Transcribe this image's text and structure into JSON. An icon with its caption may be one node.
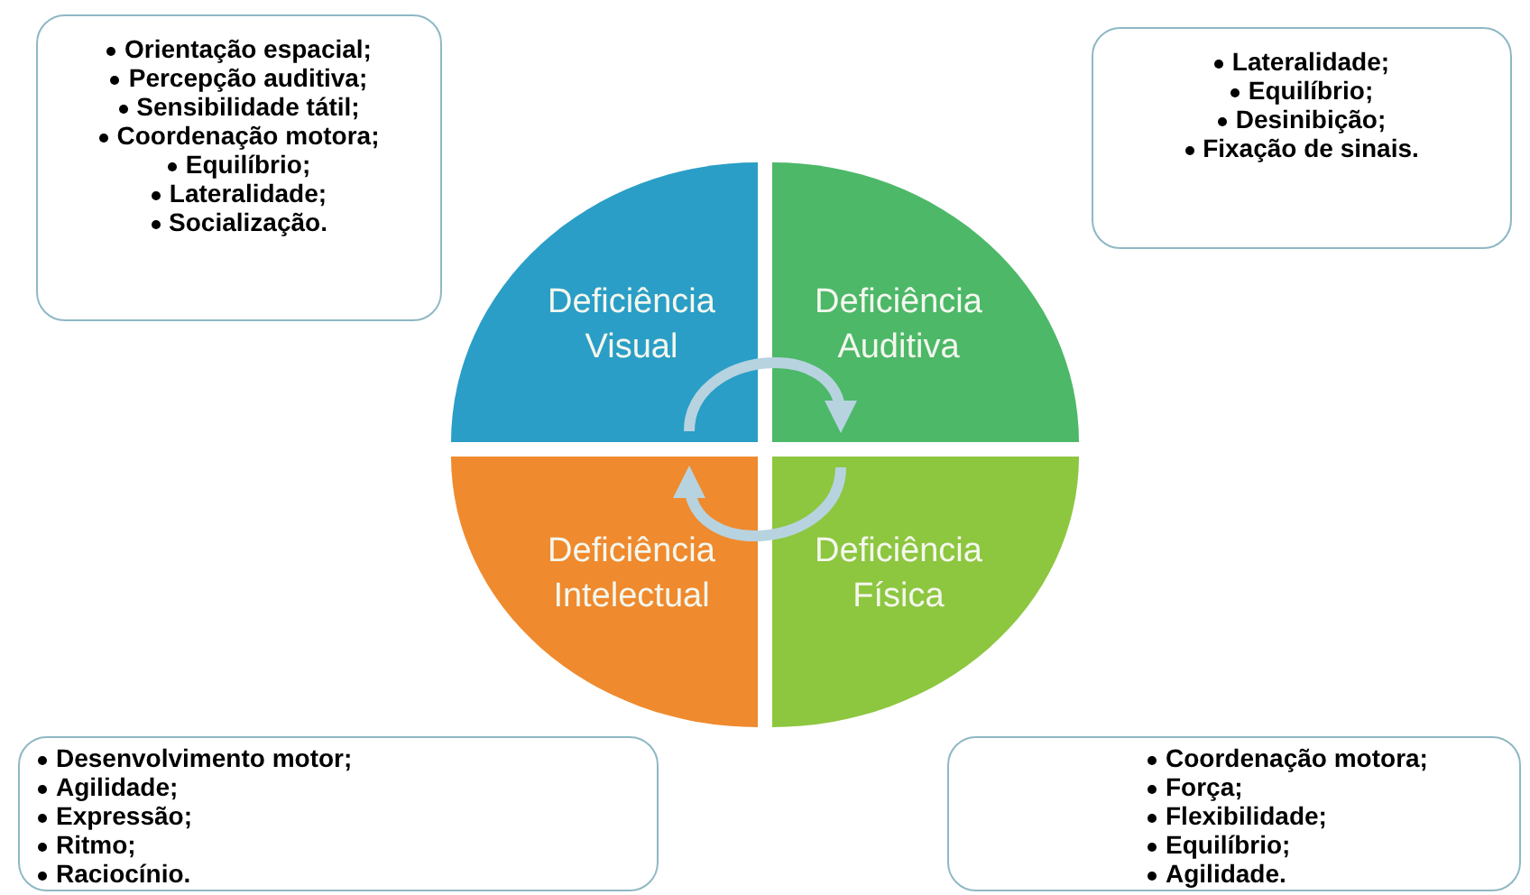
{
  "diagram": {
    "nodes": [
      {
        "text": [
          "Orientação espacial;",
          "Percepção auditiva;",
          "Sensibilidade tátil;",
          "Coordenação motora;",
          "Equilíbrio;",
          "Lateralidade;",
          "Socialização."
        ]
      },
      {
        "text": [
          "Lateralidade;",
          "Equilíbrio;",
          "Desinibição;",
          "Fixação de sinais."
        ]
      },
      {
        "text": [
          "Deficiência Visual"
        ]
      },
      {
        "text": [
          "Deficiência Auditiva"
        ]
      },
      {
        "text": [
          "Deficiência Intelectual"
        ]
      },
      {
        "text": [
          "Deficiência Física"
        ]
      },
      {
        "text": [
          "Desenvolvimento motor;",
          "Agilidade;",
          "Expressão;",
          "Ritmo;",
          "Raciocínio."
        ]
      },
      {
        "text": [
          "Coordenação motora;",
          "Força;",
          "Flexibilidade;",
          "Equilíbrio;",
          "Agilidade."
        ]
      }
    ],
    "edges": [
      {
        "from": 2,
        "to": 3,
        "arrow": "to"
      },
      {
        "from": 5,
        "to": 4,
        "arrow": "to"
      }
    ]
  }
}
